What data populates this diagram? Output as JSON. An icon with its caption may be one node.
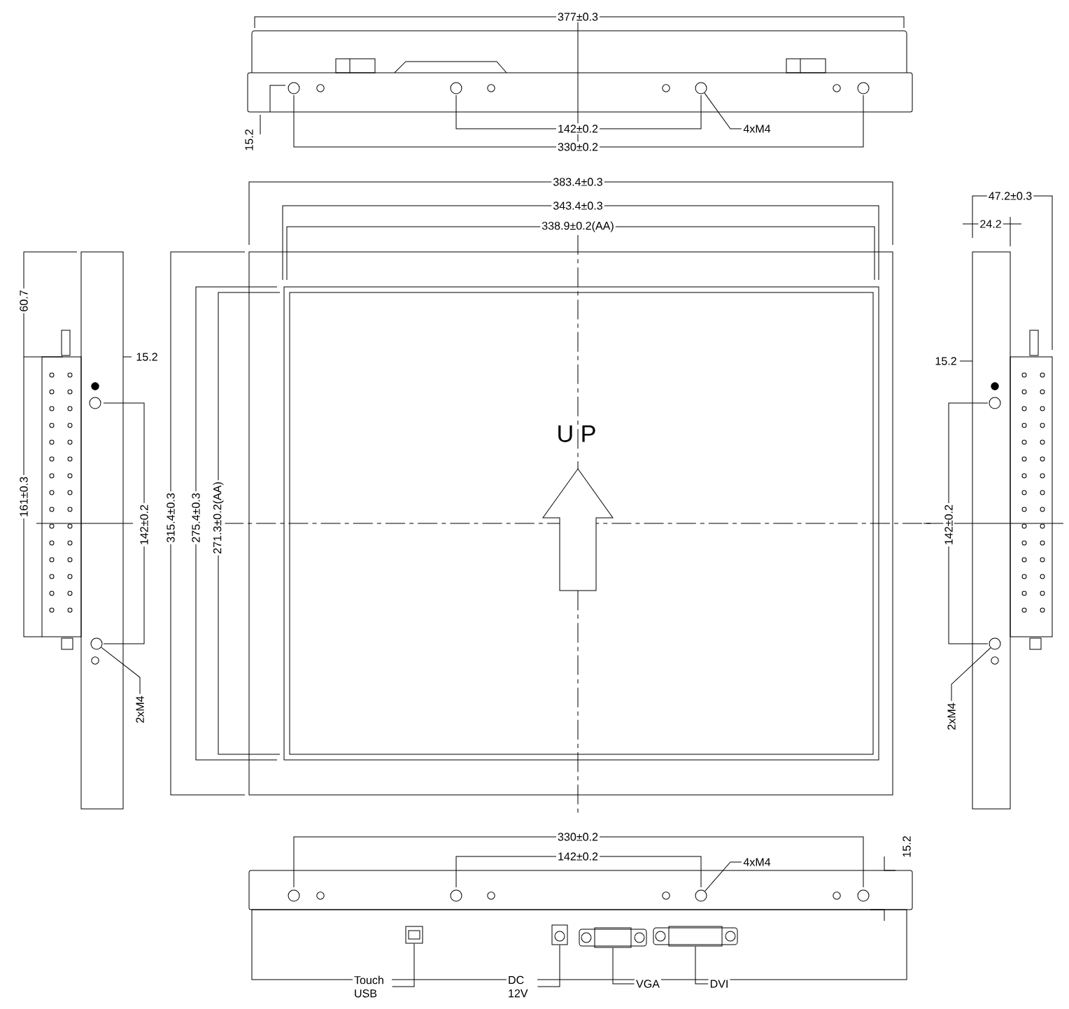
{
  "diagram": {
    "nodes": [
      {
        "text": [
          "4xM4"
        ]
      },
      {
        "text": [],
        "shape": "circle"
      },
      {
        "text": [
          "2xM4"
        ]
      },
      {
        "text": [],
        "shape": "circle"
      },
      {
        "text": [
          "2xM4"
        ]
      },
      {
        "text": [],
        "shape": "circle"
      },
      {
        "text": [
          "4xM4"
        ]
      },
      {
        "text": [],
        "shape": "circle"
      },
      {
        "text": [
          "Touch USB"
        ]
      },
      {
        "text": [],
        "shape": "box"
      },
      {
        "text": [
          "DC 12V"
        ]
      },
      {
        "text": [],
        "shape": "box"
      },
      {
        "text": [
          "VGA"
        ]
      },
      {
        "text": [],
        "shape": "box"
      },
      {
        "text": [
          "DVI"
        ]
      },
      {
        "text": [],
        "shape": "box"
      }
    ],
    "edges": [
      {
        "from": 0,
        "to": 1,
        "arrow": "none"
      },
      {
        "from": 2,
        "to": 3,
        "arrow": "none"
      },
      {
        "from": 4,
        "to": 5,
        "arrow": "none"
      },
      {
        "from": 6,
        "to": 7,
        "arrow": "none"
      },
      {
        "from": 8,
        "to": 9,
        "arrow": "none"
      },
      {
        "from": 10,
        "to": 11,
        "arrow": "none"
      },
      {
        "from": 12,
        "to": 13,
        "arrow": "none"
      },
      {
        "from": 14,
        "to": 15,
        "arrow": "none"
      }
    ],
    "labels": [
      "377±0.3",
      "142±0.2",
      "15.2",
      "330±0.2",
      "383.4±0.3",
      "47.2±0.3",
      "343.4±0.3",
      "338.9±0.2(AA)",
      "24.2",
      "60.7",
      "15.2",
      "15.2",
      "U P",
      "161±0.3",
      "142±0.2",
      "315.4±0.3",
      "275.4±0.3",
      "271.3±0.2(AA)",
      "142±0.2",
      "330±0.2",
      "142±0.2",
      "15.2"
    ]
  }
}
